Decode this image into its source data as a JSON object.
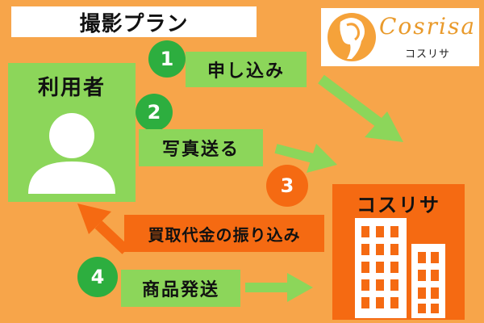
{
  "title": "撮影プラン",
  "logo": {
    "name": "Cosrisa",
    "kana": "コスリサ",
    "icon": "woman-profile-logo-icon"
  },
  "user": {
    "label": "利用者",
    "icon": "person-silhouette-icon"
  },
  "company": {
    "label": "コスリサ",
    "icon": "office-building-icon"
  },
  "steps": [
    {
      "number": "1",
      "label": "申し込み"
    },
    {
      "number": "2",
      "label": "写真送る"
    },
    {
      "number": "3",
      "label": "買取代金の振り込み"
    },
    {
      "number": "4",
      "label": "商品発送"
    }
  ],
  "colors": {
    "background": "#f7a54a",
    "green": "#8cd65a",
    "green_dark": "#2dae3f",
    "orange": "#f56a12",
    "white": "#ffffff"
  }
}
